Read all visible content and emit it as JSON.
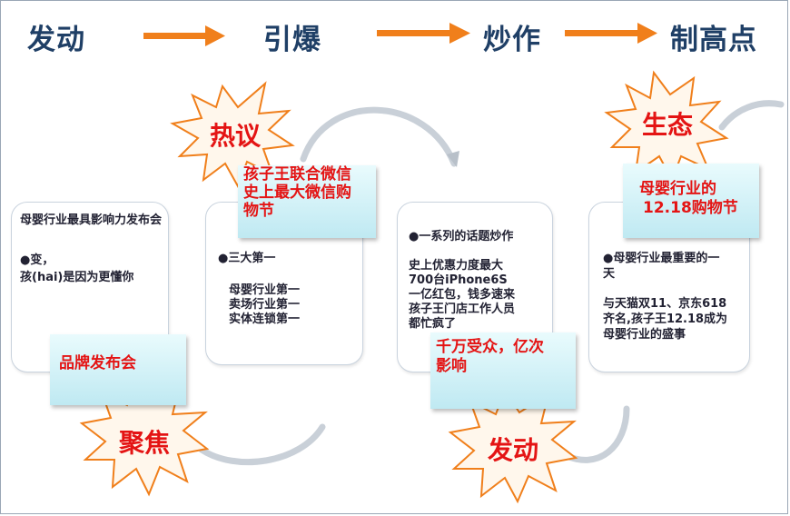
{
  "header": {
    "stage1": "发动",
    "stage2": "引爆",
    "stage3": "炒作",
    "stage4": "制高点"
  },
  "bursts": {
    "b1": "热议",
    "b2": "生态",
    "b3": "聚焦",
    "b4": "发动"
  },
  "panels": {
    "p1": {
      "line1": "母婴行业最具影响力发布会",
      "line2": "●变，",
      "line3": "孩(hai)是因为更懂你",
      "callout": "品牌发布会"
    },
    "p2": {
      "callout_l1": "孩子王联合微信",
      "callout_l2": "史上最大微信购",
      "callout_l3": "物节",
      "line1": "●三大第一",
      "line2": "母婴行业第一",
      "line3": "卖场行业第一",
      "line4": "实体连锁第一"
    },
    "p3": {
      "line1": "●一系列的话题炒作",
      "line2": "史上优惠力度最大",
      "line3": "700台iPhone6S",
      "line4": "一亿红包，钱多速来",
      "line5": "孩子王门店工作人员",
      "line6": "都忙疯了",
      "callout_l1": "千万受众，亿次",
      "callout_l2": "影响"
    },
    "p4": {
      "callout_l1": "母婴行业的",
      "callout_l2": "12.18购物节",
      "line1": "●母婴行业最重要的一",
      "line2": "天",
      "line3": "与天猫双11、京东618",
      "line4": "齐名,孩子王12.18成为",
      "line5": "母婴行业的盛事"
    }
  },
  "colors": {
    "title": "#1f3f66",
    "arrow": "#f07f1b",
    "accent_red": "#e41414",
    "burst_fill": "#fff7ec",
    "burst_stroke": "#f07f1b",
    "callout_bg": "#cdeff5"
  }
}
